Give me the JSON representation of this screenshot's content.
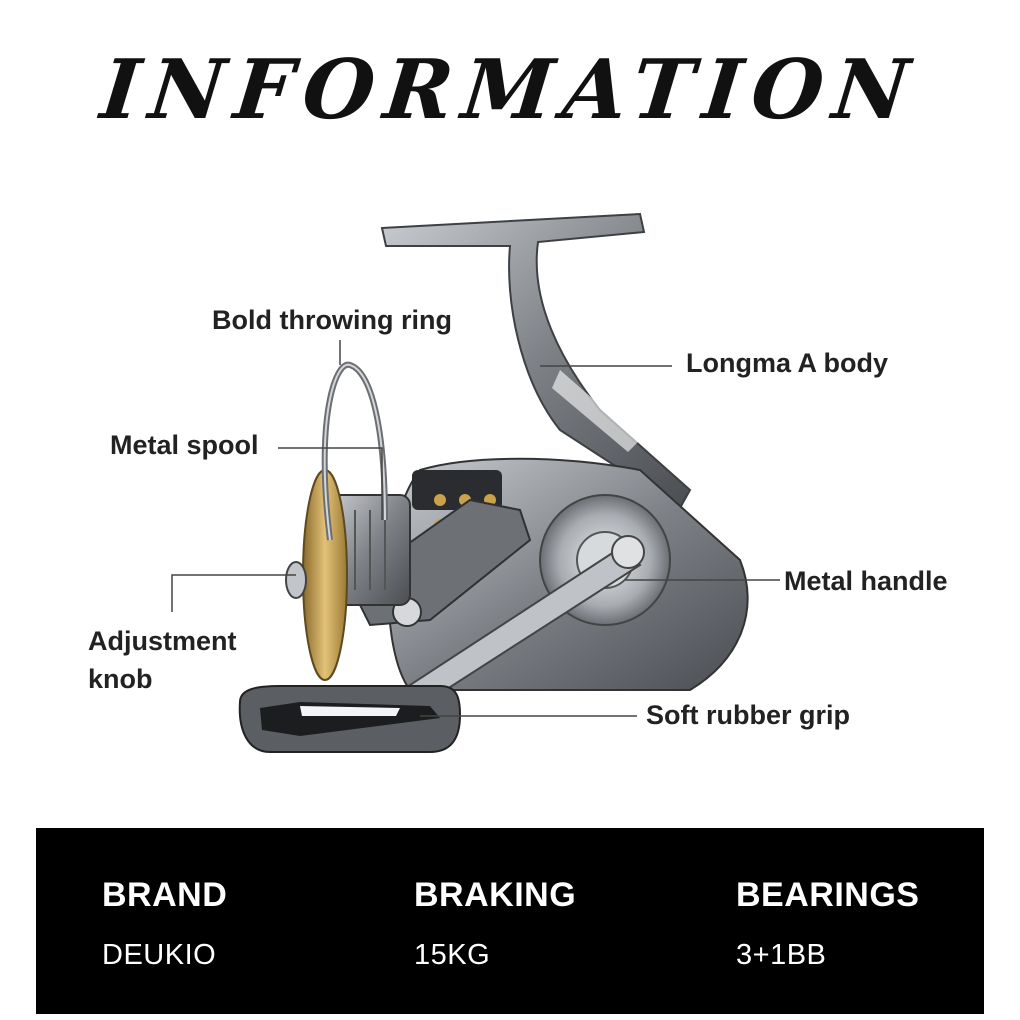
{
  "page": {
    "title": "INFORMATION"
  },
  "callouts": {
    "bold_throwing_ring": "Bold throwing ring",
    "longma_a_body": "Longma A body",
    "metal_spool": "Metal spool",
    "metal_handle": "Metal handle",
    "adjustment_knob": "Adjustment knob",
    "soft_rubber_grip": "Soft rubber grip"
  },
  "specs": [
    {
      "key": "BRAND",
      "value": "DEUKIO"
    },
    {
      "key": "BRAKING",
      "value": "15KG"
    },
    {
      "key": "BEARINGS",
      "value": "3+1BB"
    }
  ],
  "colors": {
    "spool_accent": "#c9a24a",
    "body": "#8a8d91",
    "spec_bar": "#000000"
  }
}
